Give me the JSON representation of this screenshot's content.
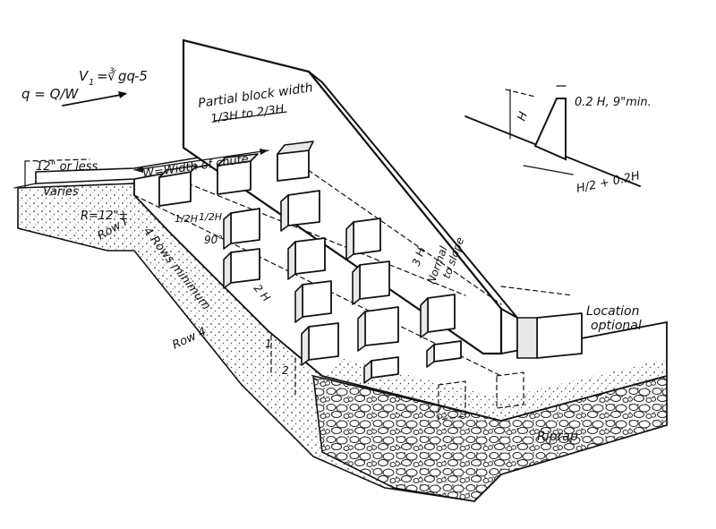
{
  "colors": {
    "ink": "#111111",
    "paper": "#ffffff",
    "stipple": "#444444"
  },
  "formula": {
    "q": "q = Q/W",
    "v1_lhs": "V",
    "v1_sub": "1",
    "v1_eq": "=",
    "v1_index": "3",
    "v1_radicand": "gq",
    "v1_tail": "-5"
  },
  "labels": {
    "partial_block_width": "Partial block width",
    "partial_block_range": "1/3H to 2/3H",
    "chute_width": "W=Width of chute",
    "twelve_or_less": "12\" or less",
    "varies": "Varies",
    "radius": "R=12\"±",
    "row1": "Row I",
    "rows_minimum": "4 Rows minimum",
    "row4": "Row 4",
    "half_h_left": "1/2H",
    "half_h_right": "1/2H",
    "ninety": "90°",
    "two_h": "2 H",
    "three_h": "3 H",
    "normal": "Normal",
    "to_slope": "to slope",
    "location_optional_1": "Location",
    "location_optional_2": "optional",
    "riprap": "Riprap",
    "one": "1",
    "two": "2"
  },
  "detail": {
    "h": "H",
    "top": "0.2 H,  9\"min.",
    "bottom": "H/2 + 0.2H"
  }
}
